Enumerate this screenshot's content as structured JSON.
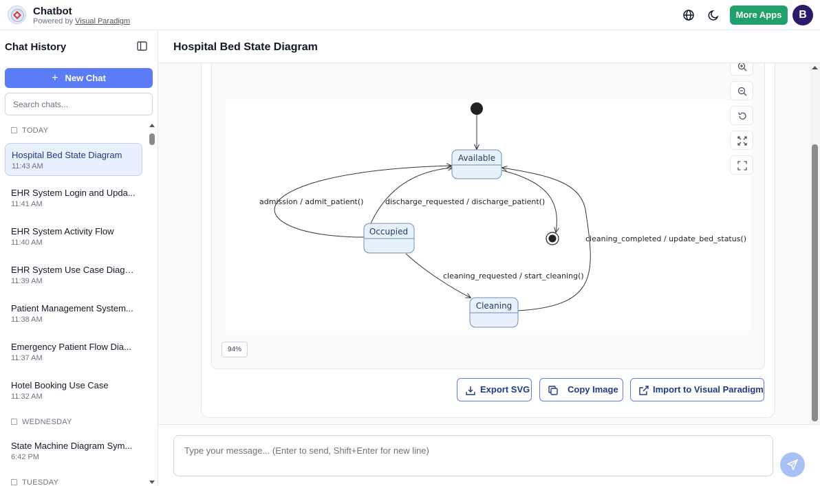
{
  "header": {
    "brand_title": "Chatbot",
    "brand_powered": "Powered by",
    "brand_link": "Visual Paradigm",
    "more_apps_label": "More Apps",
    "avatar_initial": "B"
  },
  "sidebar": {
    "title": "Chat History",
    "new_chat_label": "New Chat",
    "search_placeholder": "Search chats...",
    "sections": {
      "today": "TODAY",
      "wednesday": "WEDNESDAY",
      "tuesday": "TUESDAY"
    },
    "items": [
      {
        "title": "Hospital Bed State Diagram",
        "time": "11:43 AM"
      },
      {
        "title": "EHR System Login and Upda...",
        "time": "11:41 AM"
      },
      {
        "title": "EHR System Activity Flow",
        "time": "11:40 AM"
      },
      {
        "title": "EHR System Use Case Diagram",
        "time": "11:39 AM"
      },
      {
        "title": "Patient Management System...",
        "time": "11:38 AM"
      },
      {
        "title": "Emergency Patient Flow Dia...",
        "time": "11:37 AM"
      },
      {
        "title": "Hotel Booking Use Case",
        "time": "11:32 AM"
      },
      {
        "title": "State Machine Diagram Sym...",
        "time": "6:42 PM"
      }
    ]
  },
  "main": {
    "title": "Hospital Bed State Diagram",
    "zoom_level": "94%",
    "actions": {
      "export_svg": "Export SVG",
      "copy_image": "Copy Image",
      "import_vp": "Import to Visual Paradigm"
    },
    "composer_placeholder": "Type your message... (Enter to send, Shift+Enter for new line)"
  },
  "diagram": {
    "states": {
      "available": "Available",
      "occupied": "Occupied",
      "cleaning": "Cleaning"
    },
    "transitions": {
      "admission": "admission / admit_patient()",
      "discharge": "discharge_requested / discharge_patient()",
      "cleaning_req": "cleaning_requested / start_cleaning()",
      "cleaning_done": "cleaning_completed / update_bed_status()"
    }
  },
  "colors": {
    "accent": "#5b7cf5",
    "more_apps": "#22a06b",
    "avatar": "#2d1b69",
    "state_fill": "#e6f1fb",
    "state_border": "#6b8fb0"
  }
}
